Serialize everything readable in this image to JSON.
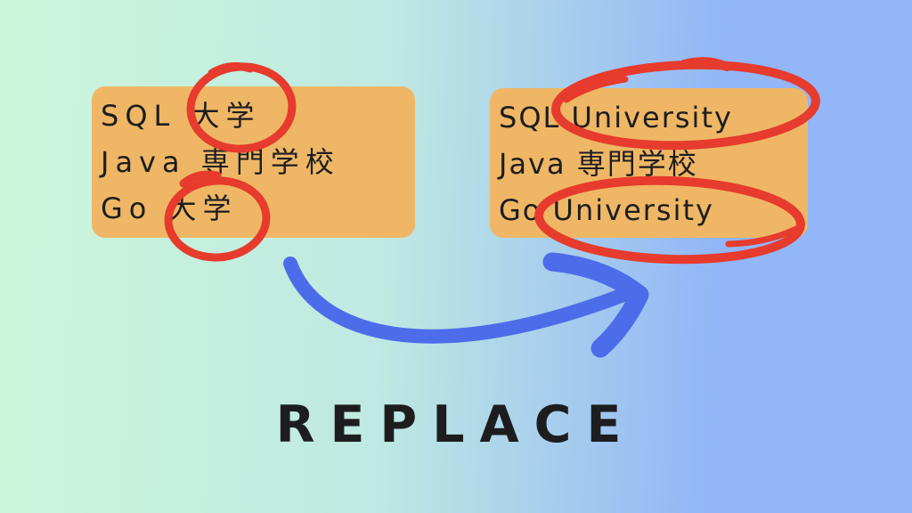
{
  "title": "REPLACE",
  "before_box": {
    "lines": [
      "SQL 大学",
      "Java 専門学校",
      "Go 大学"
    ],
    "circled_words": [
      "大学",
      "大学"
    ]
  },
  "after_box": {
    "lines": [
      "SQL University",
      "Java 専門学校",
      "Go University"
    ],
    "circled_words": [
      "University",
      "University"
    ]
  },
  "colors": {
    "bg_left": "#ccf6da",
    "bg_mid": "#bfe9e2",
    "bg_right": "#92b6f7",
    "box_bg": "#efb765",
    "ink": "#1d1d1f",
    "red": "#e63b2d",
    "arrow_blue": "#4d6ce9"
  }
}
